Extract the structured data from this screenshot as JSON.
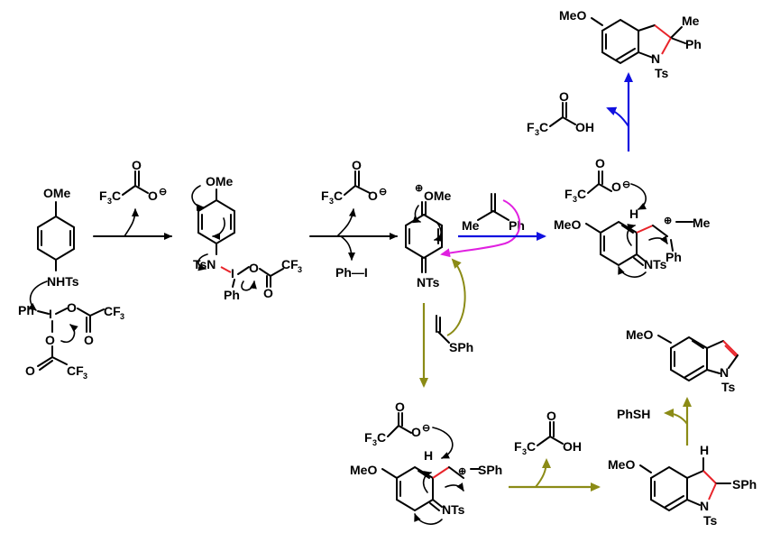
{
  "colors": {
    "black": "#000000",
    "blue": "#1010e0",
    "magenta": "#e020e0",
    "olive": "#8b8b16",
    "red": "#e8242a"
  },
  "labels": {
    "ome": "OMe",
    "nhts": "NHTs",
    "ph": "Ph",
    "i": "I",
    "o": "O",
    "cf3": "CF",
    "three": "3",
    "f3c": "F",
    "c": "C",
    "ominus": "O",
    "minus": "⊖",
    "plus": "⊕",
    "tsn": "TsN",
    "phi": "Ph—I",
    "nts": "NTs",
    "me": "Me",
    "meo": "MeO",
    "h": "H",
    "sph": "SPh",
    "n": "N",
    "ts": "Ts",
    "oh": "OH",
    "phsh": "PhSH"
  }
}
